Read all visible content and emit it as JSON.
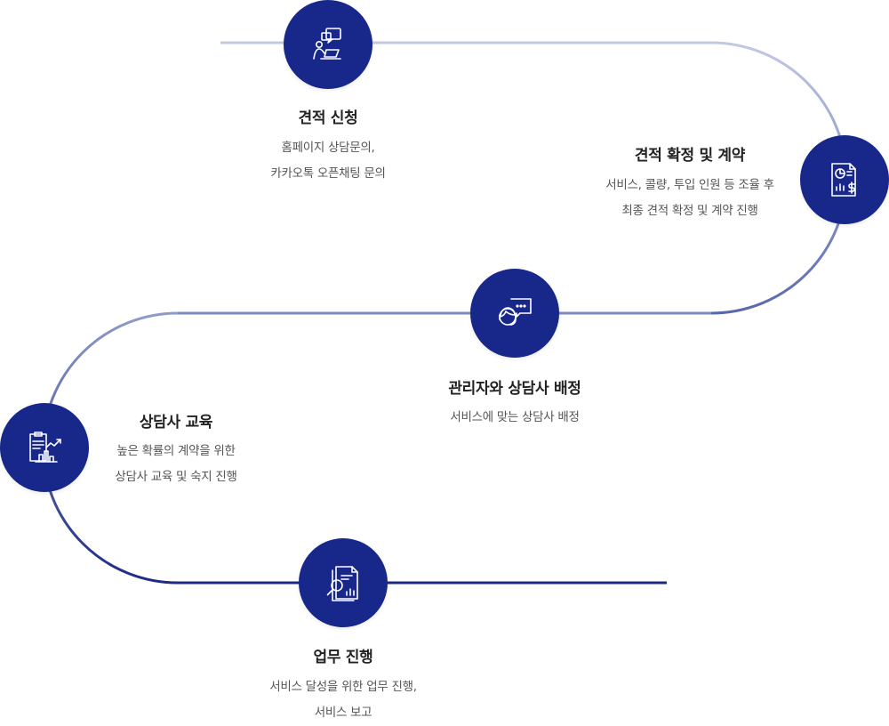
{
  "colors": {
    "node": "#17278a",
    "path_light": "#c9d0e4",
    "path_mid": "#8f9bc8",
    "path_dark": "#1d2b85"
  },
  "steps": [
    {
      "icon": "consultation-laptop-icon",
      "title": "견적 신청",
      "desc": [
        "홈페이지 상담문의,",
        "카카오톡 오픈채팅 문의"
      ]
    },
    {
      "icon": "cost-report-icon",
      "title": "견적 확정 및 계약",
      "desc": [
        "서비스, 콜량, 투입 인원 등 조율 후",
        "최종 견적 확정 및 계약 진행"
      ]
    },
    {
      "icon": "counselor-chat-icon",
      "title": "관리자와 상담사 배정",
      "desc": [
        "서비스에 맞는 상담사 배정"
      ]
    },
    {
      "icon": "training-growth-icon",
      "title": "상담사 교육",
      "desc": [
        "높은 확률의 계약을 위한",
        "상담사 교육 및 숙지 진행"
      ]
    },
    {
      "icon": "document-analysis-icon",
      "title": "업무 진행",
      "desc": [
        "서비스 달성을 위한 업무 진행,",
        "서비스 보고"
      ]
    }
  ]
}
